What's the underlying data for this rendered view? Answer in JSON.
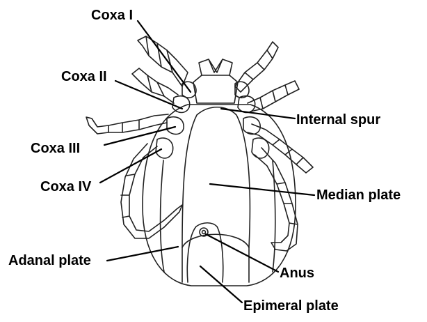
{
  "diagram": {
    "labels": {
      "coxa_1": "Coxa I",
      "coxa_2": "Coxa II",
      "coxa_3": "Coxa III",
      "coxa_4": "Coxa IV",
      "internal_spur": "Internal spur",
      "median_plate": "Median plate",
      "adanal_plate": "Adanal plate",
      "anus": "Anus",
      "epimeral_plate": "Epimeral plate"
    },
    "colors": {
      "outline": "#202020",
      "label": "#000000",
      "background": "#ffffff"
    }
  }
}
